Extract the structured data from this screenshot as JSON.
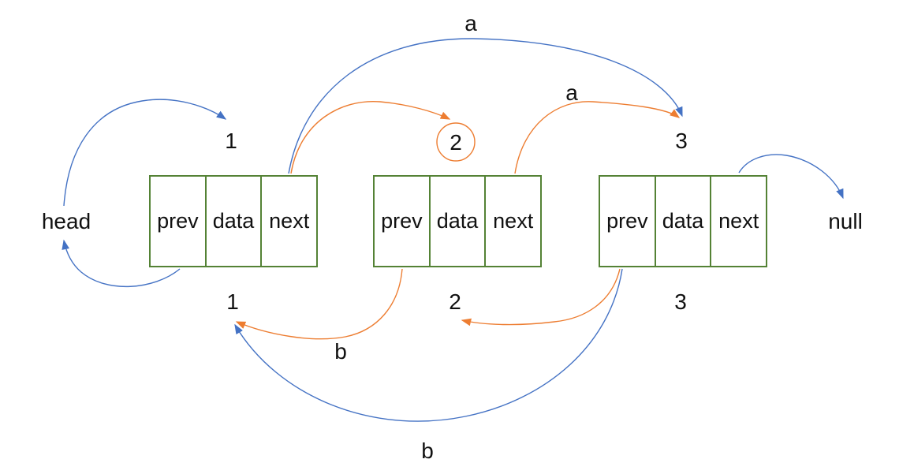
{
  "labels": {
    "head": "head",
    "null": "null",
    "arc_a_top": "a",
    "arc_a_mid": "a",
    "arc_b_mid": "b",
    "arc_b_bottom": "b"
  },
  "nodes": [
    {
      "top_label": "1",
      "bottom_label": "1",
      "cells": [
        "prev",
        "data",
        "next"
      ]
    },
    {
      "top_label": "2",
      "bottom_label": "2",
      "cells": [
        "prev",
        "data",
        "next"
      ]
    },
    {
      "top_label": "3",
      "bottom_label": "3",
      "cells": [
        "prev",
        "data",
        "next"
      ]
    }
  ],
  "colors": {
    "pointer_blue": "#4472c4",
    "pointer_orange": "#ed7d31",
    "box_border": "#548235",
    "text": "#111111",
    "background": "#ffffff"
  },
  "arrows": [
    {
      "name": "head-to-node1",
      "color": "blue",
      "from": "head",
      "to": "node1-top-label"
    },
    {
      "name": "node1-prev-to-head",
      "color": "blue",
      "from": "node1.prev",
      "to": "head"
    },
    {
      "name": "node1-next-to-node3",
      "color": "blue",
      "label": "a",
      "from": "node1.next",
      "to": "node3-top-label"
    },
    {
      "name": "node1-next-to-node2-self-loop",
      "color": "orange",
      "from": "node1.next",
      "to": "node2-top-label"
    },
    {
      "name": "node2-next-to-node3",
      "color": "orange",
      "label": "a",
      "from": "node2.next",
      "to": "node3-top-label"
    },
    {
      "name": "node3-next-to-null",
      "color": "blue",
      "from": "node3.next",
      "to": "null"
    },
    {
      "name": "node2-prev-to-node1",
      "color": "orange",
      "label": "b",
      "from": "node2.prev",
      "to": "node1-bottom-label"
    },
    {
      "name": "node3-prev-to-node2",
      "color": "orange",
      "from": "node3.prev",
      "to": "node2-bottom-label"
    },
    {
      "name": "node3-prev-to-node1",
      "color": "blue",
      "label": "b",
      "from": "node3.prev",
      "to": "node1-bottom-label"
    }
  ]
}
